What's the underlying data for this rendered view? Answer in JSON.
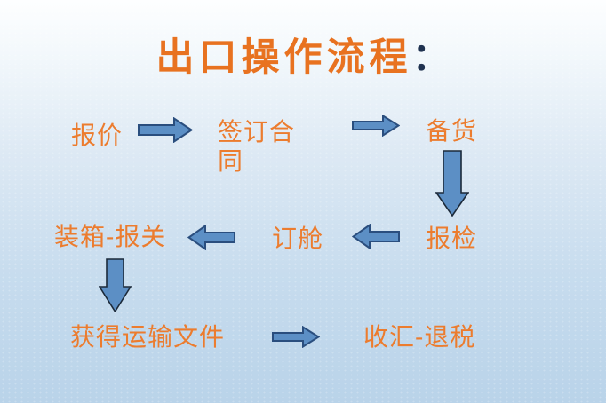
{
  "title": {
    "text": "出口操作流程",
    "colon": "："
  },
  "steps": [
    {
      "id": "quote",
      "label": "报价"
    },
    {
      "id": "sign-contract",
      "label": "签订合同"
    },
    {
      "id": "prepare-goods",
      "label": "备货"
    },
    {
      "id": "customs-inspection",
      "label": "报检"
    },
    {
      "id": "book-shipping-space",
      "label": "订舱"
    },
    {
      "id": "packing-customs-declaration",
      "label": "装箱-报关"
    },
    {
      "id": "obtain-transport-documents",
      "label": "获得运输文件"
    },
    {
      "id": "collect-payment-tax-refund",
      "label": "收汇-退税"
    }
  ],
  "flow": [
    {
      "from": "报价",
      "to": "签订合同",
      "arrow": "right"
    },
    {
      "from": "签订合同",
      "to": "备货",
      "arrow": "right"
    },
    {
      "from": "备货",
      "to": "报检",
      "arrow": "down"
    },
    {
      "from": "报检",
      "to": "订舱",
      "arrow": "left"
    },
    {
      "from": "订舱",
      "to": "装箱-报关",
      "arrow": "left"
    },
    {
      "from": "装箱-报关",
      "to": "获得运输文件",
      "arrow": "down"
    },
    {
      "from": "获得运输文件",
      "to": "收汇-退税",
      "arrow": "right"
    }
  ],
  "colors": {
    "step_text_orange": "#EC7C2E",
    "title_orange": "#E87220",
    "title_colon_dark": "#1F3250",
    "arrow_fill_blue": "#5C8FC5",
    "arrow_border_navy": "#2A4E7E",
    "arrow_border_dark": "#1C2A3A",
    "background_top": "#FDFEFF",
    "background_bottom": "#B9D3E9"
  }
}
